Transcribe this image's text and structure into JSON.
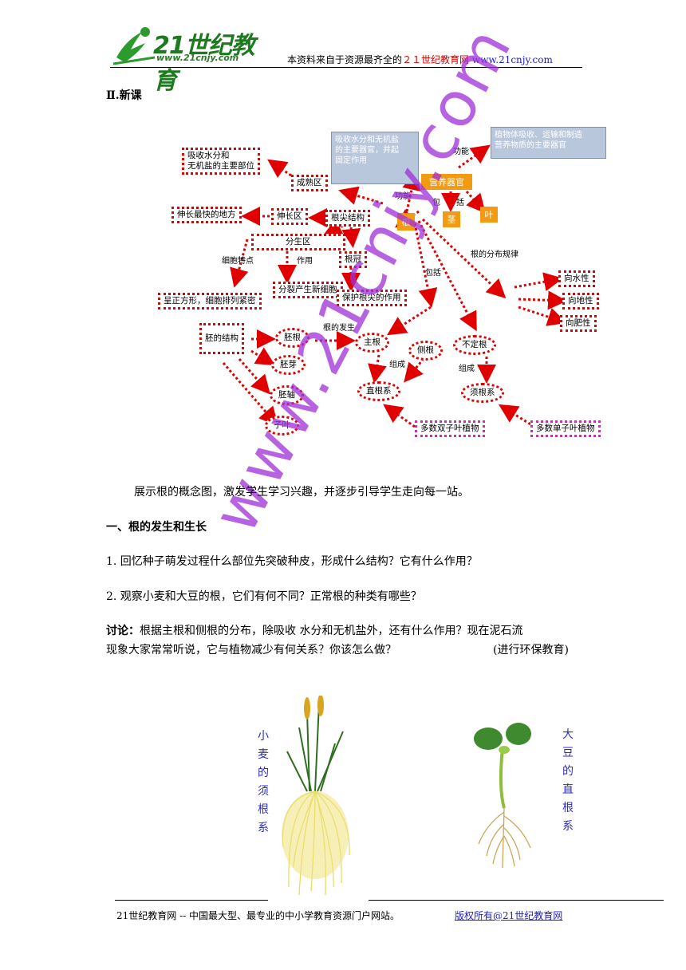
{
  "header": {
    "logo_text": "21世纪教育",
    "logo_url": "www.21cnjy.com",
    "note_prefix": "本资料来自于资源最齐全的",
    "note_red": "２１世纪教育网",
    "note_url": "www.21cnjy.com"
  },
  "section_heading": "Ⅱ.新课",
  "concept_map": {
    "blue_box_1": "吸收水分和无机盐\n的主要器官，并起\n固定作用",
    "blue_box_2": "植物体吸收、运输和制造\n营养物质的主要器官",
    "nodes": {
      "xishou": "吸收水分和\n无机盐的主要部位",
      "chengshu": "成熟区",
      "shenchang_fast": "伸长最快的地方",
      "shenchang": "伸长区",
      "genjian": "根尖结构",
      "fensheng": "分生区",
      "genguan": "根冠",
      "chengzheng": "呈正方形，细胞排列紧密",
      "fenlie": "分裂产生新细胞",
      "baohu": "保护根尖的作用",
      "xiangshui": "向水性",
      "xiangdi": "向地性",
      "xiangfei": "向肥性",
      "peijiegou": "胚的结构",
      "peigen": "胚根",
      "peiya": "胚芽",
      "peizhou": "胚轴",
      "ziye": "子叶",
      "zhugen": "主根",
      "cegen": "侧根",
      "budinggen": "不定根",
      "zhigenxi": "直根系",
      "xugenxi": "须根系",
      "shuangzi": "多数双子叶植物",
      "danzi": "多数单子叶植物"
    },
    "orange": {
      "yingyang": "营养器官",
      "gen": "根",
      "jing": "茎",
      "ye": "叶"
    },
    "labels": {
      "gongneng1": "功能",
      "gongneng2": "功能",
      "bao": "包",
      "kuo": "括",
      "baokuo": "包括",
      "fenbu": "根的分布规律",
      "xibao": "细胞特点",
      "zuoyong": "作用",
      "fasheng": "根的发生",
      "zucheng1": "组成",
      "zucheng2": "组成"
    }
  },
  "body": {
    "intro": "展示根的概念图，激发学生学习兴趣，并逐步引导学生走向每一站。",
    "heading1": "一、根的发生和生长",
    "q1": "1.  回忆种子萌发过程什么部位先突破种皮，形成什么结构？它有什么作用？",
    "q2": "2.  观察小麦和大豆的根，它们有何不同？正常根的种类有哪些？",
    "discuss_label": "讨论：",
    "discuss_line1": "根据主根和侧根的分布，除吸收  水分和无机盐外，还有什么作用？现在泥石流",
    "discuss_line2": "现象大家常常听说，它与植物减少有何关系？你该怎么做？",
    "discuss_note": "(进行环保教育)",
    "watermark": "www.21cnjy.com",
    "caption_wheat": "小麦的须根系",
    "caption_soy": "大豆的直根系"
  },
  "footer": {
    "left": "21世纪教育网 -- 中国最大型、最专业的中小学教育资源门户网站。",
    "right": "版权所有@21世纪教育网"
  },
  "colors": {
    "arrow": "#e00000",
    "caption": "#2b2bd0",
    "orange": "#f29a12"
  }
}
